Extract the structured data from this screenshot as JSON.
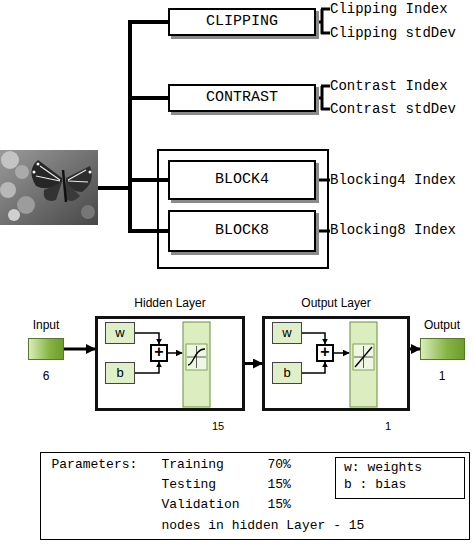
{
  "diagram": {
    "nodes": [
      {
        "text": [
          "CLIPPING"
        ]
      },
      {
        "text": [
          "CONTRAST"
        ]
      },
      {
        "text": [
          "BLOCK4"
        ]
      },
      {
        "text": [
          "BLOCK8"
        ]
      },
      {
        "text": [
          "Input",
          "6"
        ]
      },
      {
        "text": [
          "Hidden Layer",
          "15"
        ]
      },
      {
        "text": [
          "w"
        ],
        "in": 5
      },
      {
        "text": [
          "b"
        ],
        "in": 5
      },
      {
        "text": [
          "+"
        ],
        "in": 5
      },
      {
        "text": [
          "Output Layer",
          "1"
        ]
      },
      {
        "text": [
          "w"
        ],
        "in": 9
      },
      {
        "text": [
          "b"
        ],
        "in": 9
      },
      {
        "text": [
          "+"
        ],
        "in": 9
      },
      {
        "text": [
          "Output",
          "1"
        ]
      },
      {
        "text": [
          "Parameters:",
          "Training",
          "70%",
          "Testing",
          "15%",
          "Validation",
          "15%",
          "nodes in hidden Layer - 15"
        ]
      },
      {
        "text": [
          "w: weights",
          "b : bias"
        ],
        "in": 14
      }
    ],
    "edges": [
      {
        "from": 4,
        "to": 5,
        "arrow": "to"
      },
      {
        "from": 6,
        "to": 8,
        "arrow": "to"
      },
      {
        "from": 7,
        "to": 8,
        "arrow": "to"
      },
      {
        "from": 5,
        "to": 9,
        "arrow": "to"
      },
      {
        "from": 10,
        "to": 12,
        "arrow": "to"
      },
      {
        "from": 11,
        "to": 12,
        "arrow": "to"
      },
      {
        "from": 9,
        "to": 13,
        "arrow": "to"
      }
    ],
    "labels": [
      "Clipping Index",
      "Clipping stdDev",
      "Contrast Index",
      "Contrast stdDev",
      "Blocking4 Index",
      "Blocking8 Index"
    ]
  }
}
